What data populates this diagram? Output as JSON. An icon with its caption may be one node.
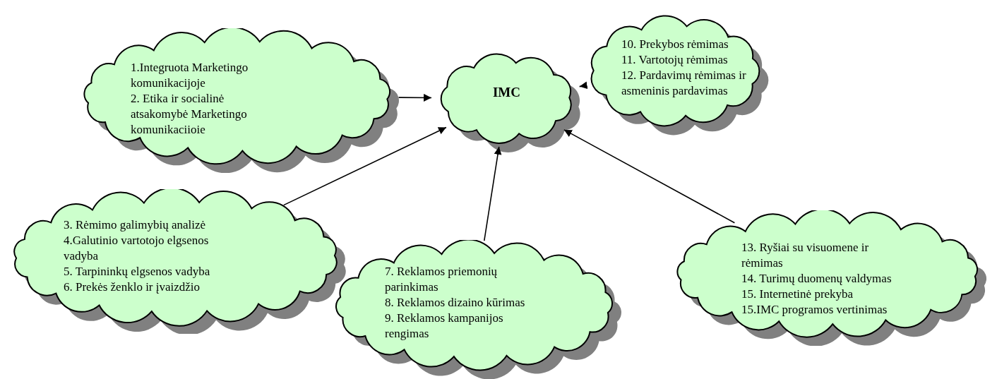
{
  "diagram": {
    "nodes": [
      {
        "text": [
          "1.Integruota Marketingo komunikacijoje",
          "2. Etika ir socialinė atsakomybė Marketingo komunikaciioie"
        ]
      },
      {
        "text": [
          "IMC"
        ]
      },
      {
        "text": [
          "10. Prekybos rėmimas",
          "11. Vartotojų rėmimas",
          "12. Pardavimų rėmimas ir asmeninis pardavimas"
        ]
      },
      {
        "text": [
          "3. Rėmimo galimybių analizė",
          "4.Galutinio vartotojo elgsenos vadyba",
          "5. Tarpininkų elgsenos vadyba",
          "6. Prekės ženklo ir įvaizdžio"
        ]
      },
      {
        "text": [
          "7. Reklamos priemonių parinkimas",
          "8. Reklamos dizaino kūrimas",
          "9. Reklamos kampanijos rengimas"
        ]
      },
      {
        "text": [
          "13. Ryšiai su visuomene ir rėmimas",
          "14. Turimų duomenų valdymas",
          "15. Internetinė prekyba",
          "15.IMC programos vertinimas"
        ]
      }
    ],
    "edges": [
      {
        "from": 0,
        "to": 1,
        "arrow": "to"
      },
      {
        "from": 2,
        "to": 1,
        "arrow": "to"
      },
      {
        "from": 3,
        "to": 1,
        "arrow": "to"
      },
      {
        "from": 4,
        "to": 1,
        "arrow": "to"
      },
      {
        "from": 5,
        "to": 1,
        "arrow": "to"
      }
    ]
  }
}
